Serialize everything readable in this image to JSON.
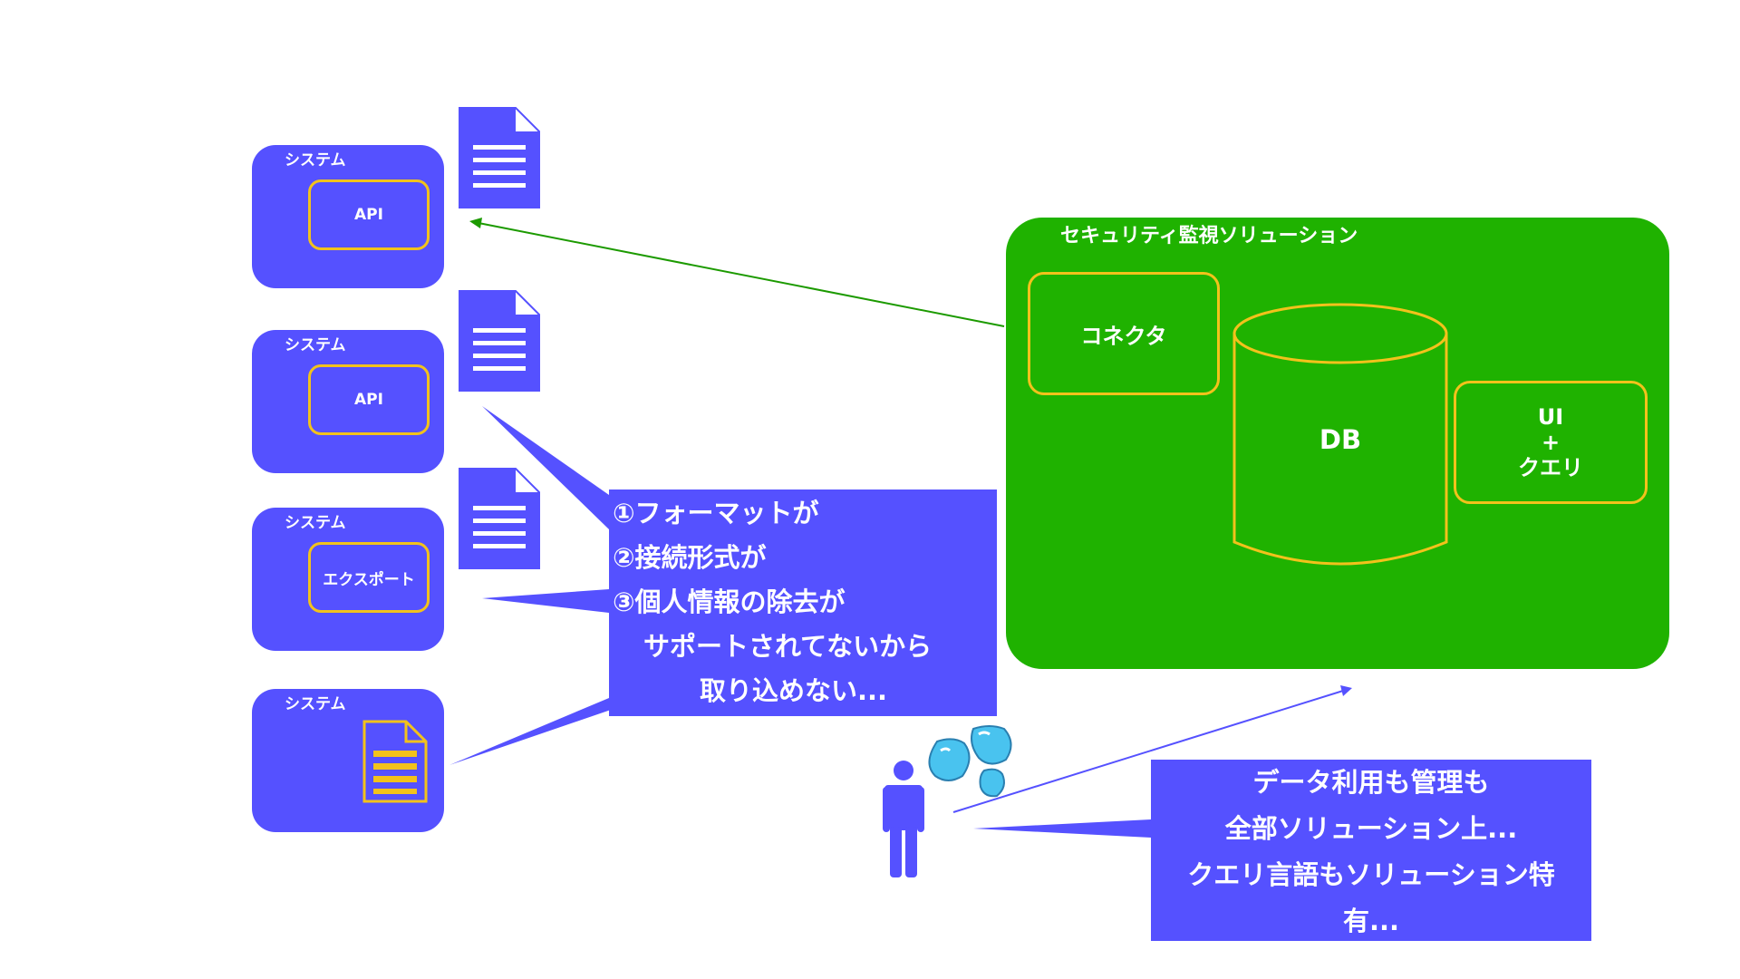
{
  "systems": [
    {
      "label": "システム",
      "inner": "API"
    },
    {
      "label": "システム",
      "inner": "API"
    },
    {
      "label": "システム",
      "inner": "エクスポート"
    },
    {
      "label": "システム",
      "inner": ""
    }
  ],
  "solution": {
    "title": "セキュリティ監視ソリューション",
    "connector": "コネクタ",
    "db": "DB",
    "ui_lines": [
      "UI",
      "+",
      "クエリ"
    ]
  },
  "callout_main": {
    "lines": [
      "①フォーマットが",
      "②接続形式が",
      "③個人情報の除去が",
      "サポートされてないから",
      "取り込めない..."
    ]
  },
  "callout_user": {
    "lines": [
      "データ利用も管理も",
      "全部ソリューション上...",
      "クエリ言語もソリューション特",
      "有..."
    ]
  },
  "colors": {
    "system_blue": "#5551ff",
    "solution_green": "#1fb200",
    "highlight_yellow": "#f2c21b",
    "arrow_green": "#1c9a00",
    "sweat_blue": "#49c3ef"
  }
}
